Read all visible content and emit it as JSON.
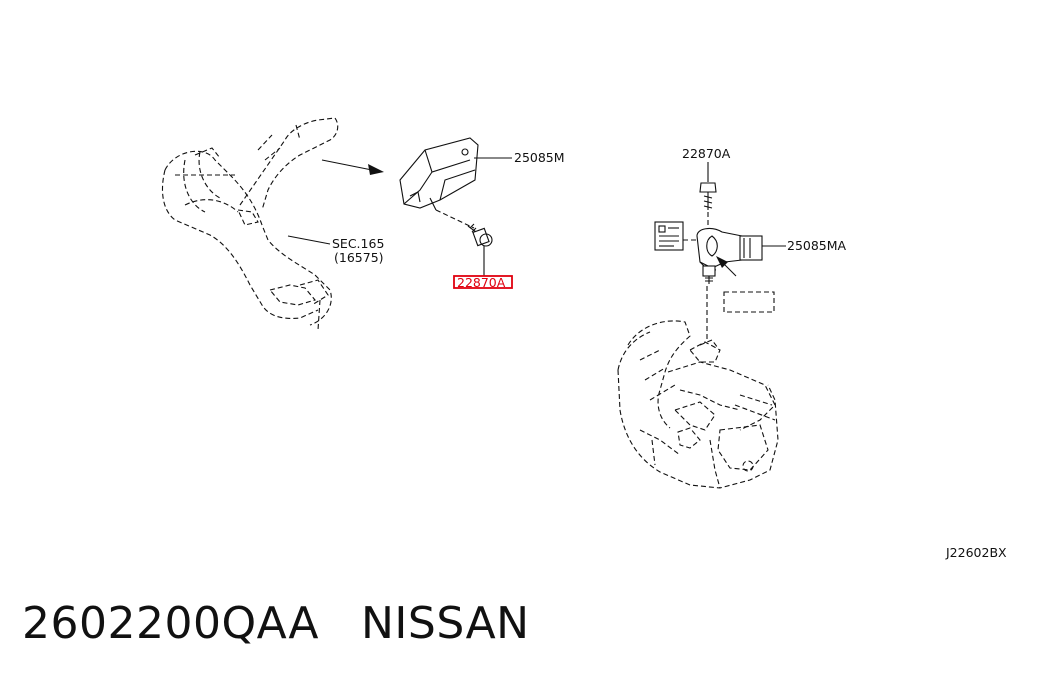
{
  "labels": {
    "bracket_part": "25085M",
    "bolt_part_left": "22870A",
    "bolt_part_right": "22870A",
    "sensor_part": "25085MA",
    "section_ref": "SEC.165",
    "section_sub": "(16575)",
    "diagram_id": "J22602BX"
  },
  "caption": {
    "part_number": "2602200QAA",
    "brand": "NISSAN"
  },
  "highlight_color": "#e0000f"
}
